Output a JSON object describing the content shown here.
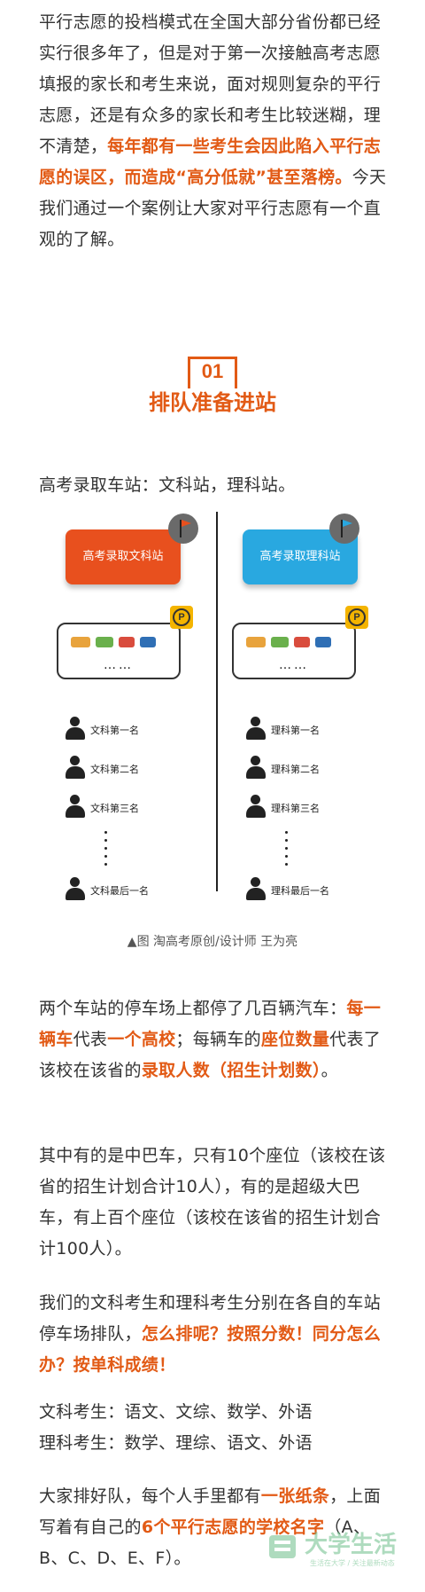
{
  "intro": {
    "pre": "平行志愿的投档模式在全国大部分省份都已经实行很多年了，但是对于第一次接触高考志愿填报的家长和考生来说，面对规则复杂的平行志愿，还是有众多的家长和考生比较迷糊，理不清楚，",
    "bold": "每年都有一些考生会因此陷入平行志愿的误区，而造成“高分低就”甚至落榜。",
    "post": "今天我们通过一个案例让大家对平行志愿有一个直观的了解。"
  },
  "section": {
    "number": "01",
    "title": "排队准备进站"
  },
  "stations_text": "高考录取车站：文科站，理科站。",
  "figure": {
    "left_station": "高考录取文科站",
    "right_station": "高考录取理科站",
    "left_color": "#e8501e",
    "right_color": "#29a8e0",
    "parking_letter": "P",
    "lot_dots": "……",
    "left_queue": [
      "文科第一名",
      "文科第二名",
      "文科第三名",
      "文科最后一名"
    ],
    "right_queue": [
      "理科第一名",
      "理科第二名",
      "理科第三名",
      "理科最后一名"
    ]
  },
  "caption": "▲图 淘高考原创/设计师 王为亮",
  "p2": {
    "a": "两个车站的停车场上都停了几百辆汽车：",
    "b": "每一辆车",
    "c": "代表",
    "d": "一个高校",
    "e": "；每辆车的",
    "f": "座位数量",
    "g": "代表了该校在该省的",
    "h": "录取人数（招生计划数）",
    "i": "。"
  },
  "p3": "其中有的是中巴车，只有10个座位（该校在该省的招生计划合计10人），有的是超级大巴车，有上百个座位（该校在该省的招生计划合计100人）。",
  "p4": {
    "pre": "我们的文科考生和理科考生分别在各自的车站停车场排队，",
    "bold": "怎么排呢？按照分数！同分怎么办？按单科成绩！"
  },
  "p5": {
    "line1": "文科考生：语文、文综、数学、外语",
    "line2": "理科考生：数学、理综、语文、外语"
  },
  "p6": {
    "a": "大家排好队，每个人手里都有",
    "b": "一张纸条",
    "c": "，上面写着有自己的",
    "d": "6个平行志愿的学校名字",
    "e": "（A、B、C、D、E、F）。"
  },
  "watermark": {
    "text": "大学生活",
    "sub": "生活在大学 / 关注最新动态"
  }
}
